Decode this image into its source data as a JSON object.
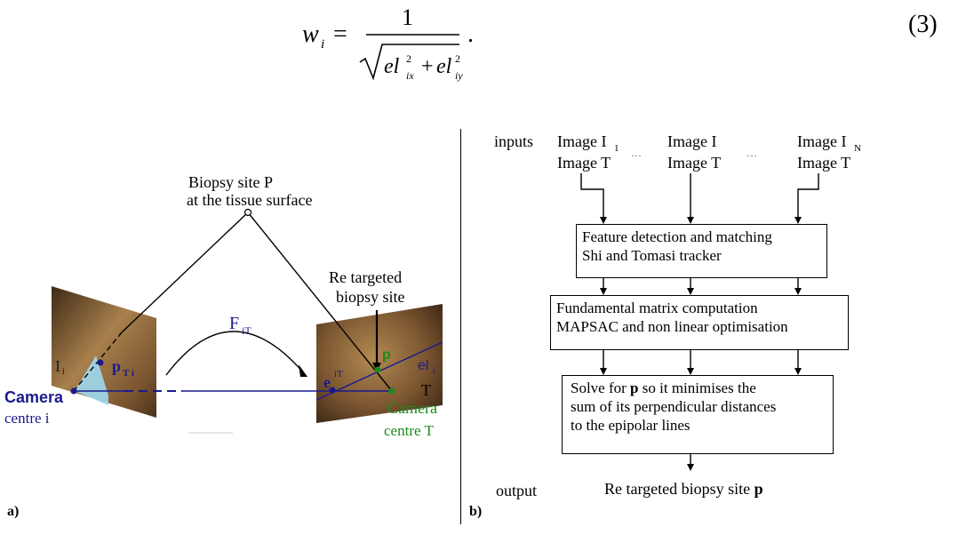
{
  "equation": {
    "lhs_var": "w",
    "lhs_sub": "i",
    "numerator": "1",
    "term1": "el",
    "term1_sub": "ix",
    "term2": "el",
    "term2_sub": "iy",
    "exponent": "2",
    "plus": "+",
    "equals": "=",
    "period": ".",
    "number": "(3)"
  },
  "panel_a": {
    "label": "a)",
    "biopsy_site_line1": "Biopsy site  P",
    "biopsy_site_line2": "at the tissue surface",
    "retargeted_line1": "Re  targeted",
    "retargeted_line2": "biopsy site",
    "fundamental_F": "F",
    "fundamental_sub": "iT",
    "image_left": "I",
    "image_left_sub": "i",
    "point_p": "p",
    "point_p_sub": "T i",
    "epipole": "e",
    "epipole_sup": "iT",
    "point_p_right": "p",
    "epiline": "el",
    "epiline_sub": "i",
    "image_right": "T",
    "camera_left_line1": "Camera",
    "camera_left_line2": "centre i",
    "camera_right_line1": "Camera",
    "camera_right_line2": "centre T",
    "colors": {
      "navy": "#1a1a8c",
      "green": "#1a8c1a",
      "tissue_dark": "#5a3a1e",
      "tissue_light": "#a8804c",
      "highlight": "#9ed8f0"
    }
  },
  "panel_b": {
    "label": "b)",
    "inputs_label": "inputs",
    "columns": [
      {
        "line1": "Image I",
        "line1_sub": "1",
        "line2": "Image T"
      },
      {
        "line1": "Image I",
        "line1_sub": "",
        "line2": "Image T"
      },
      {
        "line1": "Image I",
        "line1_sub": "N",
        "line2": "Image T"
      }
    ],
    "ellipsis1": "…",
    "ellipsis2": "…",
    "box1_line1": "Feature detection and matching",
    "box1_line2": "Shi and  Tomasi tracker",
    "box2_line1": "Fundamental matrix computation",
    "box2_line2": " MAPSAC and non linear optimisation",
    "box3_line1_pre": "Solve for  ",
    "box3_line1_bold": "p",
    "box3_line1_post": " so it minimises the",
    "box3_line2": " sum of its perpendicular distances",
    "box3_line3": "to the epipolar lines",
    "output_label": "output",
    "output_text_pre": "Re  targeted biopsy site ",
    "output_text_bold": "p"
  }
}
